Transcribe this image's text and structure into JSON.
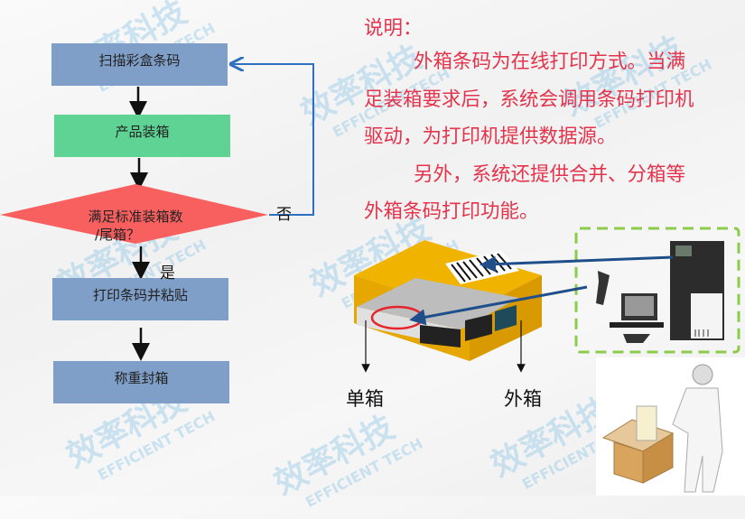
{
  "flowchart": {
    "steps": [
      "扫描彩盒条码",
      "产品装箱",
      "打印条码并粘贴",
      "称重封箱"
    ],
    "decision": {
      "line1": "满足标准装箱数",
      "line2": "/尾箱？"
    },
    "yes_label": "是",
    "no_label": "否"
  },
  "description": {
    "heading": "说明：",
    "lines": [
      "外箱条码为在线打印方式。当满",
      "足装箱要求后，系统会调用条码打印机",
      "驱动，为打印机提供数据源。",
      "另外，系统还提供合并、分箱等",
      "外箱条码打印功能。"
    ]
  },
  "illustration": {
    "single_box_label": "单箱",
    "outer_box_label": "外箱"
  },
  "watermark": {
    "cn": "效率科技",
    "en": "EFFICIENT TECH"
  },
  "colors": {
    "step_blue": "#7f9ec8",
    "step_green": "#5fd394",
    "decision_red": "#f86060",
    "loop_line": "#2f6fbf",
    "text_red": "#e5334b",
    "dashed_green": "#8ccc4a"
  }
}
